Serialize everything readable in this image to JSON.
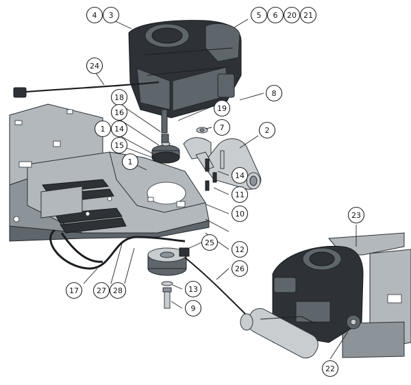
{
  "callouts": [
    {
      "label": "4"
    },
    {
      "label": "3"
    },
    {
      "label": "5"
    },
    {
      "label": "6"
    },
    {
      "label": "20"
    },
    {
      "label": "21"
    },
    {
      "label": "24"
    },
    {
      "label": "18"
    },
    {
      "label": "8"
    },
    {
      "label": "16"
    },
    {
      "label": "19"
    },
    {
      "label": "1"
    },
    {
      "label": "14"
    },
    {
      "label": "7"
    },
    {
      "label": "2"
    },
    {
      "label": "15"
    },
    {
      "label": "1"
    },
    {
      "label": "14"
    },
    {
      "label": "11"
    },
    {
      "label": "10"
    },
    {
      "label": "23"
    },
    {
      "label": "12"
    },
    {
      "label": "25"
    },
    {
      "label": "26"
    },
    {
      "label": "17"
    },
    {
      "label": "27"
    },
    {
      "label": "28"
    },
    {
      "label": "13"
    },
    {
      "label": "9"
    },
    {
      "label": "22"
    }
  ],
  "colors": {
    "outline": "#222222",
    "metal_dark": "#2e3236",
    "metal_mid": "#5e656b",
    "metal_light": "#c9cdd0"
  }
}
